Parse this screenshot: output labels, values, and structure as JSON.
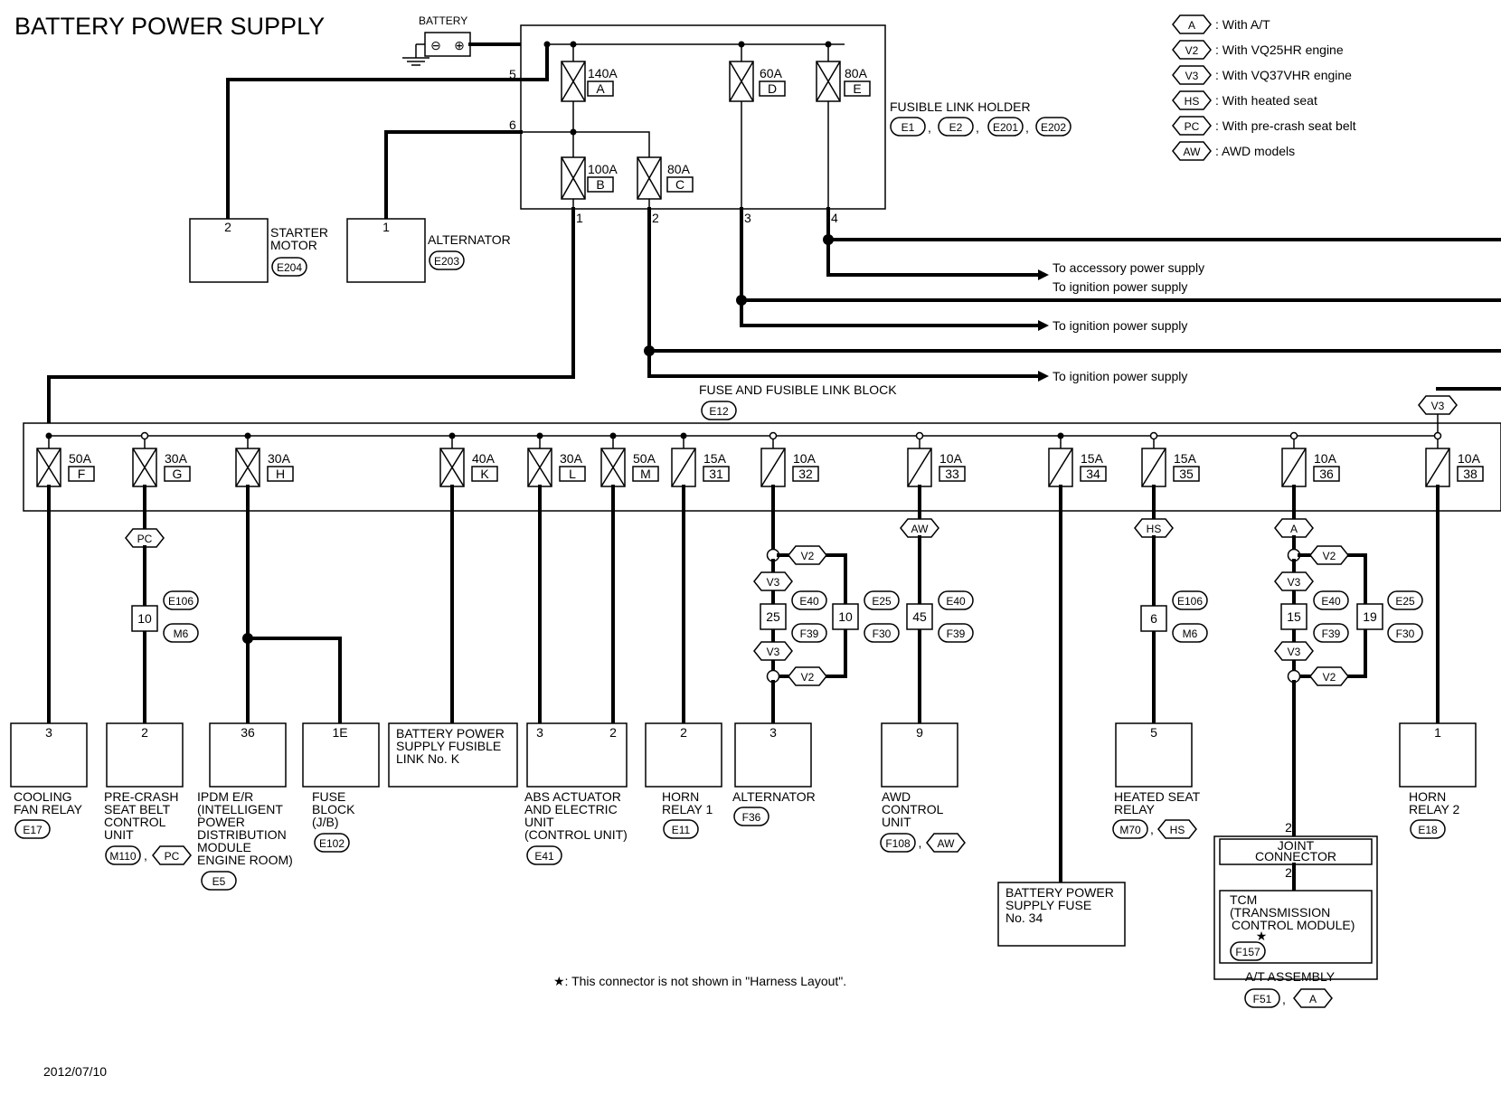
{
  "title": "BATTERY POWER SUPPLY",
  "date": "2012/07/10",
  "footnote": "★: This connector is not shown in \"Harness Layout\".",
  "battery": {
    "label": "BATTERY",
    "minus": "⊖",
    "plus": "⊕"
  },
  "legend": [
    {
      "tag": "A",
      "text": ": With A/T"
    },
    {
      "tag": "V2",
      "text": ": With VQ25HR engine"
    },
    {
      "tag": "V3",
      "text": ": With VQ37VHR engine"
    },
    {
      "tag": "HS",
      "text": ": With heated seat"
    },
    {
      "tag": "PC",
      "text": ": With pre-crash seat belt"
    },
    {
      "tag": "AW",
      "text": ": AWD models"
    }
  ],
  "holder": {
    "label": "FUSIBLE LINK HOLDER",
    "connectors": [
      "E1",
      "E2",
      "E201",
      "E202"
    ],
    "sep": ",",
    "links": [
      {
        "amp": "140A",
        "id": "A"
      },
      {
        "amp": "60A",
        "id": "D"
      },
      {
        "amp": "80A",
        "id": "E"
      },
      {
        "amp": "100A",
        "id": "B"
      },
      {
        "amp": "80A",
        "id": "C"
      }
    ],
    "pins": [
      "5",
      "6",
      "1",
      "2",
      "3",
      "4"
    ]
  },
  "starter": {
    "pin": "2",
    "name1": "STARTER",
    "name2": "MOTOR",
    "conn": "E204"
  },
  "alternator_top": {
    "pin": "1",
    "name": "ALTERNATOR",
    "conn": "E203"
  },
  "routes": [
    "To accessory power supply",
    "To ignition power supply",
    "To ignition power supply",
    "To ignition power supply"
  ],
  "block": {
    "label": "FUSE AND FUSIBLE LINK BLOCK",
    "conn": "E12",
    "fuses": [
      {
        "amp": "50A",
        "id": "F"
      },
      {
        "amp": "30A",
        "id": "G"
      },
      {
        "amp": "30A",
        "id": "H"
      },
      {
        "amp": "40A",
        "id": "K"
      },
      {
        "amp": "30A",
        "id": "L"
      },
      {
        "amp": "50A",
        "id": "M"
      },
      {
        "amp": "15A",
        "id": "31"
      },
      {
        "amp": "10A",
        "id": "32"
      },
      {
        "amp": "10A",
        "id": "33"
      },
      {
        "amp": "15A",
        "id": "34"
      },
      {
        "amp": "15A",
        "id": "35"
      },
      {
        "amp": "10A",
        "id": "36"
      },
      {
        "amp": "10A",
        "id": "38"
      }
    ]
  },
  "tags": {
    "pc": "PC",
    "aw": "AW",
    "hs": "HS",
    "a": "A",
    "v2": "V2",
    "v3": "V3"
  },
  "inline_conns": {
    "pc_pin": "10",
    "pc_c1": "E106",
    "pc_c2": "M6",
    "alt_pin1": "25",
    "alt_c1": "E40",
    "alt_c2": "F39",
    "alt_pin2": "10",
    "alt_c3": "E25",
    "alt_c4": "F30",
    "awd_pin": "45",
    "awd_c1": "E40",
    "awd_c2": "F39",
    "hs_pin": "6",
    "hs_c1": "E106",
    "hs_c2": "M6",
    "at_pin1": "15",
    "at_c1": "E40",
    "at_c2": "F39",
    "at_pin2": "19",
    "at_c3": "E25",
    "at_c4": "F30"
  },
  "components": [
    {
      "pin": "3",
      "lines": [
        "COOLING",
        "FAN RELAY"
      ],
      "conn": "E17"
    },
    {
      "pin": "2",
      "lines": [
        "PRE-CRASH",
        "SEAT BELT",
        "CONTROL",
        "UNIT"
      ],
      "conn": "M110",
      "tag": "PC"
    },
    {
      "pin": "36",
      "lines": [
        "IPDM E/R",
        "(INTELLIGENT",
        "POWER",
        "DISTRIBUTION",
        "MODULE",
        "ENGINE ROOM)"
      ],
      "conn": "E5"
    },
    {
      "pin": "1E",
      "lines": [
        "FUSE",
        "BLOCK",
        "(J/B)"
      ],
      "conn": "E102"
    },
    {
      "pin": "",
      "lines": [
        "BATTERY POWER",
        "SUPPLY FUSIBLE",
        "LINK No. K"
      ],
      "conn": ""
    },
    {
      "pin": "3",
      "pin2": "2",
      "lines": [
        "ABS ACTUATOR",
        "AND ELECTRIC",
        "UNIT",
        "(CONTROL UNIT)"
      ],
      "conn": "E41"
    },
    {
      "pin": "2",
      "lines": [
        "HORN",
        "RELAY 1"
      ],
      "conn": "E11"
    },
    {
      "pin": "3",
      "lines": [
        "ALTERNATOR"
      ],
      "conn": "F36"
    },
    {
      "pin": "9",
      "lines": [
        "AWD",
        "CONTROL",
        "UNIT"
      ],
      "conn": "F108",
      "tag": "AW"
    },
    {
      "pin": "",
      "lines": [
        "BATTERY POWER",
        "SUPPLY FUSE",
        "No. 34"
      ],
      "conn": ""
    },
    {
      "pin": "5",
      "lines": [
        "HEATED SEAT",
        "RELAY"
      ],
      "conn": "M70",
      "tag": "HS"
    },
    {
      "pin": "1",
      "lines": [
        "HORN",
        "RELAY 2"
      ],
      "conn": "E18"
    }
  ],
  "joint": {
    "pin_top": "2",
    "label1": "JOINT",
    "label2": "CONNECTOR",
    "pin_mid": "2",
    "tcm1": "TCM",
    "tcm2": "(TRANSMISSION",
    "tcm3": "CONTROL MODULE)",
    "star": "★",
    "tcm_conn": "F157",
    "assembly": "A/T ASSEMBLY",
    "assembly_conn": "F51",
    "assembly_tag": "A"
  }
}
